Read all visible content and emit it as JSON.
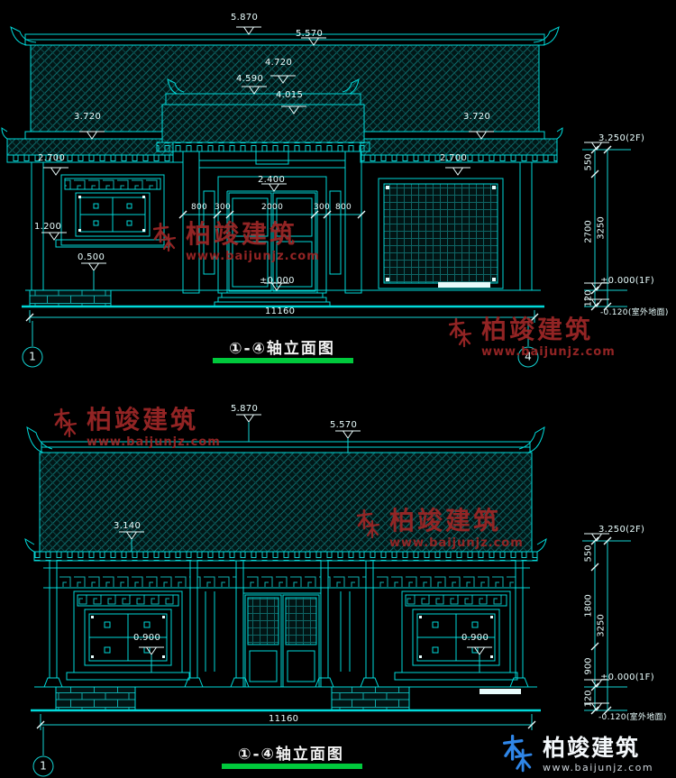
{
  "watermark": {
    "brand": "柏竣建筑",
    "url": "www.baijunjz.com"
  },
  "logo": {
    "brand": "柏竣建筑",
    "url": "www.baijunjz.com"
  },
  "d1": {
    "title": "①-④轴立面图",
    "axis_left": "1",
    "axis_right": "4",
    "overall_width": "11160",
    "lv_5870": "5.870",
    "lv_5570": "5.570",
    "lv_4720": "4.720",
    "lv_4590": "4.590",
    "lv_4015": "4.015",
    "lv_3720_l": "3.720",
    "lv_3720_r": "3.720",
    "lv_2700_l": "2.700",
    "lv_2700_r": "2.700",
    "lv_1200": "1.200",
    "lv_0500": "0.500",
    "lv_2400": "2.400",
    "lv_0000": "±0.000",
    "w_800a": "800",
    "w_300a": "300",
    "w_2000": "2000",
    "w_300b": "300",
    "w_800b": "800",
    "chain": {
      "top": "3.250(2F)",
      "s550": "550",
      "s2700": "2700",
      "total": "3250",
      "s120": "120",
      "floor": "±0.000(1F)",
      "ground": "-0.120(室外地面)"
    }
  },
  "d2": {
    "title": "①-④轴立面图",
    "axis_left": "1",
    "overall_width": "11160",
    "lv_5870": "5.870",
    "lv_5570": "5.570",
    "lv_3140": "3.140",
    "lv_0900_l": "0.900",
    "lv_0900_r": "0.900",
    "chain": {
      "top": "3.250(2F)",
      "s550": "550",
      "s1800": "1800",
      "s900": "900",
      "total": "3250",
      "s120": "120",
      "floor": "±0.000(1F)",
      "ground": "-0.120(室外地面)"
    }
  }
}
